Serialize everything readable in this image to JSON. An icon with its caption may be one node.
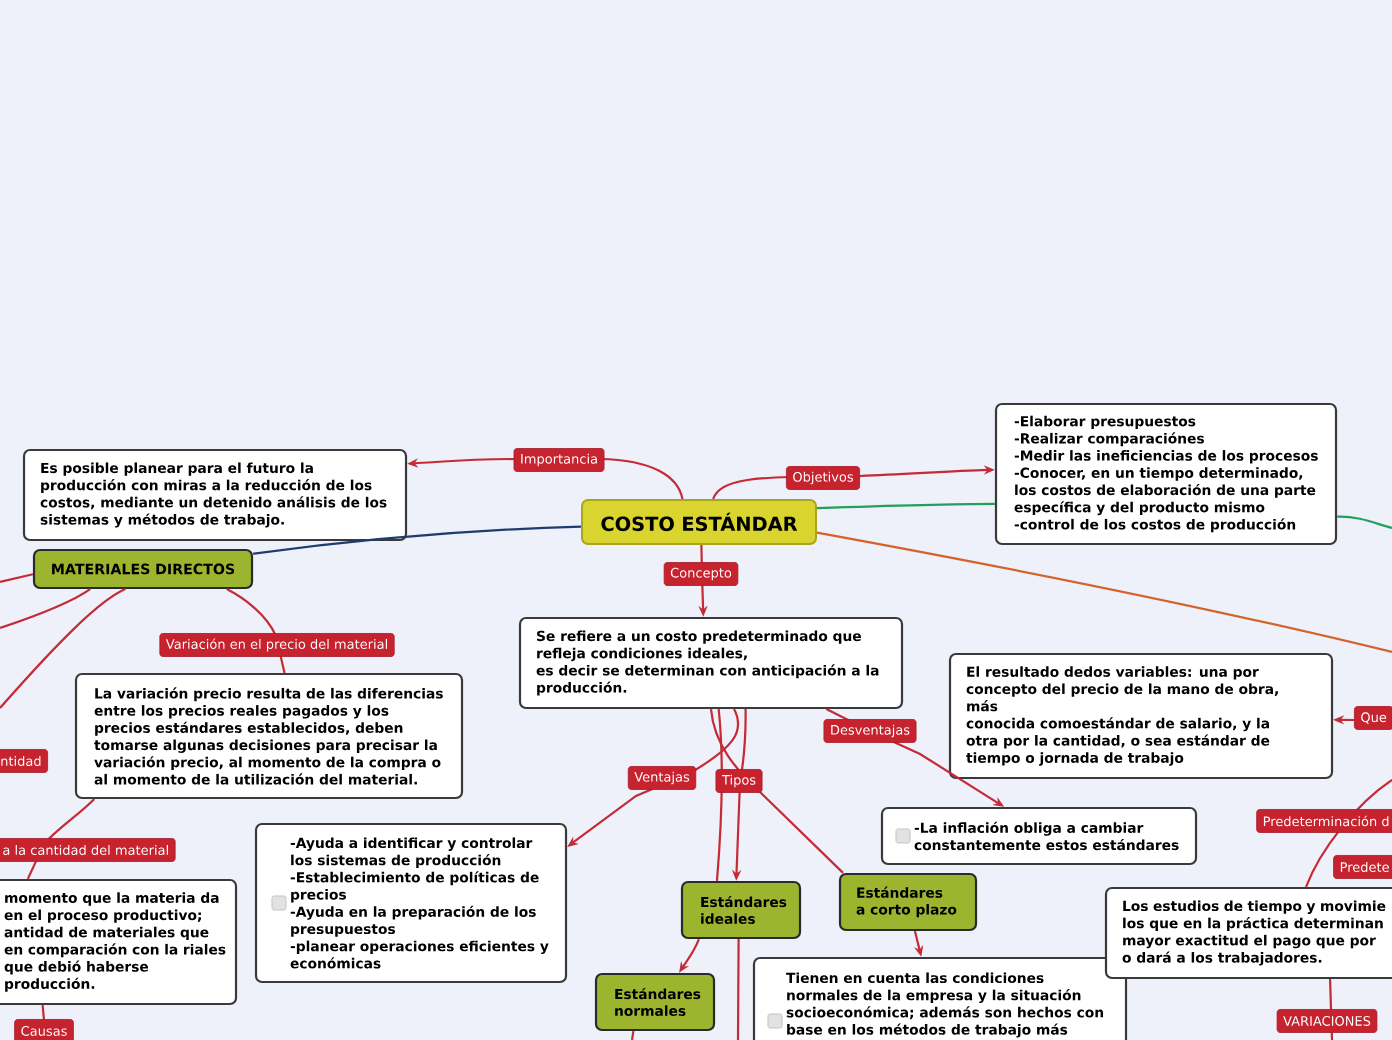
{
  "diagram": {
    "nodes": [
      {
        "text": [
          "-Elaborar presupuestos",
          "-Realizar comparaciónes",
          "-Medir las ineficiencias de los procesos",
          "-Conocer, en un tiempo determinado,",
          "los costos de elaboración de una parte",
          "específica y del producto mismo",
          "-control de los costos de producción"
        ]
      },
      {
        "text": [
          "Es posible planear para el futuro la producción con miras a la reducción de los costos, mediante un detenido análisis de los sistemas y métodos de trabajo."
        ]
      },
      {
        "text": [
          "COSTO ESTÁNDAR"
        ]
      },
      {
        "text": [
          "MATERIALES DIRECTOS"
        ]
      },
      {
        "text": [
          "Se refiere a un costo predeterminado que refleja condiciones ideales,",
          "es decir se determinan con anticipación a la producción."
        ]
      },
      {
        "text": [
          "El resultado dedos variables: una por concepto del precio de la mano de obra, más",
          "conocida comoestándar de salario, y la otra por la cantidad, o sea estándar de tiempo o jornada de trabajo"
        ]
      },
      {
        "text": [
          "La variación precio resulta de las diferencias entre los precios reales pagados y los precios estándares establecidos, deben tomarse algunas decisiones para precisar la variación precio, al momento de la compra o al momento de la utilización del material."
        ]
      },
      {
        "text": [
          "-La inflación obliga a cambiar constantemente estos estándares"
        ]
      },
      {
        "text": [
          "-Ayuda a identificar y controlar los sistemas de producción",
          "-Establecimiento de políticas de precios",
          "-Ayuda en la preparación de los presupuestos",
          "-planear operaciones eficientes y económicas"
        ]
      },
      {
        "text": [
          "Estándares",
          "a corto plazo"
        ]
      },
      {
        "text": [
          "momento que la materia da en el proceso productivo; antidad de materiales que en comparación con la riales que debió haberse producción."
        ]
      },
      {
        "text": [
          "Estándares ideales"
        ]
      },
      {
        "text": [
          "Los estudios de tiempo y movimie los que en la práctica determinan mayor exactitud el pago que por o dará a los trabajadores."
        ]
      },
      {
        "text": [
          "Tienen en cuenta las condiciones normales de la empresa y la situación socioeconómica; además son hechos con base en los métodos de trabajo más"
        ]
      },
      {
        "text": [
          "Estándares normales"
        ]
      }
    ],
    "edges": [
      {
        "from": 2,
        "to": 1,
        "arrow": "to",
        "label": "Importancia"
      },
      {
        "from": 2,
        "to": 0,
        "arrow": "to",
        "label": "Objetivos"
      },
      {
        "from": 2,
        "to": 4,
        "arrow": "to",
        "label": "Concepto"
      },
      {
        "from": 2,
        "to": 3,
        "arrow": "none",
        "color": "#1f3b6f"
      },
      {
        "from": 2,
        "to": 0,
        "arrow": "none",
        "color": "#23a05a"
      },
      {
        "from": 0,
        "to": null,
        "arrow": "none",
        "color": "#23a05a"
      },
      {
        "from": 2,
        "to": null,
        "arrow": "none",
        "color": "#d4622a"
      },
      {
        "from": 3,
        "to": 6,
        "arrow": "none",
        "label": "Variación en el precio del material"
      },
      {
        "from": 3,
        "to": null,
        "arrow": "none"
      },
      {
        "from": 3,
        "to": null,
        "arrow": "none"
      },
      {
        "from": 3,
        "to": null,
        "arrow": "none"
      },
      {
        "from": 6,
        "to": 10,
        "arrow": "none",
        "label": "a la cantidad del material"
      },
      {
        "from": 10,
        "to": null,
        "arrow": "none",
        "label": "Causas"
      },
      {
        "from": 4,
        "to": 8,
        "arrow": "to",
        "label": "Ventajas"
      },
      {
        "from": 4,
        "to": 11,
        "arrow": "to",
        "label": "Tipos"
      },
      {
        "from": 4,
        "to": 11,
        "arrow": "none"
      },
      {
        "from": 4,
        "to": 9,
        "arrow": "none"
      },
      {
        "from": 11,
        "to": 14,
        "arrow": "to"
      },
      {
        "from": 11,
        "to": null,
        "arrow": "none"
      },
      {
        "from": 14,
        "to": null,
        "arrow": "none"
      },
      {
        "from": 4,
        "to": 7,
        "arrow": "to",
        "label": "Desventajas"
      },
      {
        "from": 9,
        "to": 13,
        "arrow": "to"
      },
      {
        "from": null,
        "to": 5,
        "arrow": "to",
        "label": "Que"
      },
      {
        "from": null,
        "to": 12,
        "arrow": "none",
        "label": "Predeterminación d"
      },
      {
        "from": 12,
        "to": null,
        "arrow": "none",
        "label": "VARIACIONES"
      }
    ],
    "labels": [
      "ntidad",
      "Predete"
    ]
  }
}
